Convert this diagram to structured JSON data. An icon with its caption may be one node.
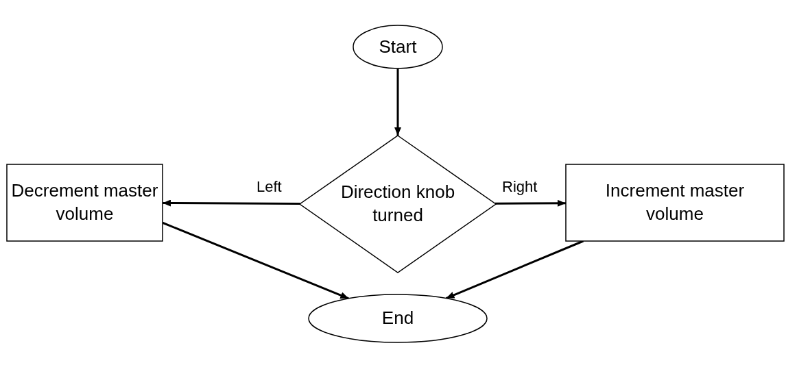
{
  "diagram": {
    "nodes": [
      {
        "text": [
          "Start"
        ]
      },
      {
        "text": [
          "Direction knob turned"
        ]
      },
      {
        "text": [
          "Decrement master volume"
        ]
      },
      {
        "text": [
          "Increment master volume"
        ]
      },
      {
        "text": [
          "End"
        ]
      }
    ],
    "edges": [
      {
        "from": 0,
        "to": 1,
        "arrow": "to"
      },
      {
        "from": 1,
        "to": 2,
        "arrow": "to",
        "label": "Left"
      },
      {
        "from": 1,
        "to": 3,
        "arrow": "to",
        "label": "Right"
      },
      {
        "from": 2,
        "to": 4,
        "arrow": "to"
      },
      {
        "from": 3,
        "to": 4,
        "arrow": "to"
      }
    ]
  }
}
